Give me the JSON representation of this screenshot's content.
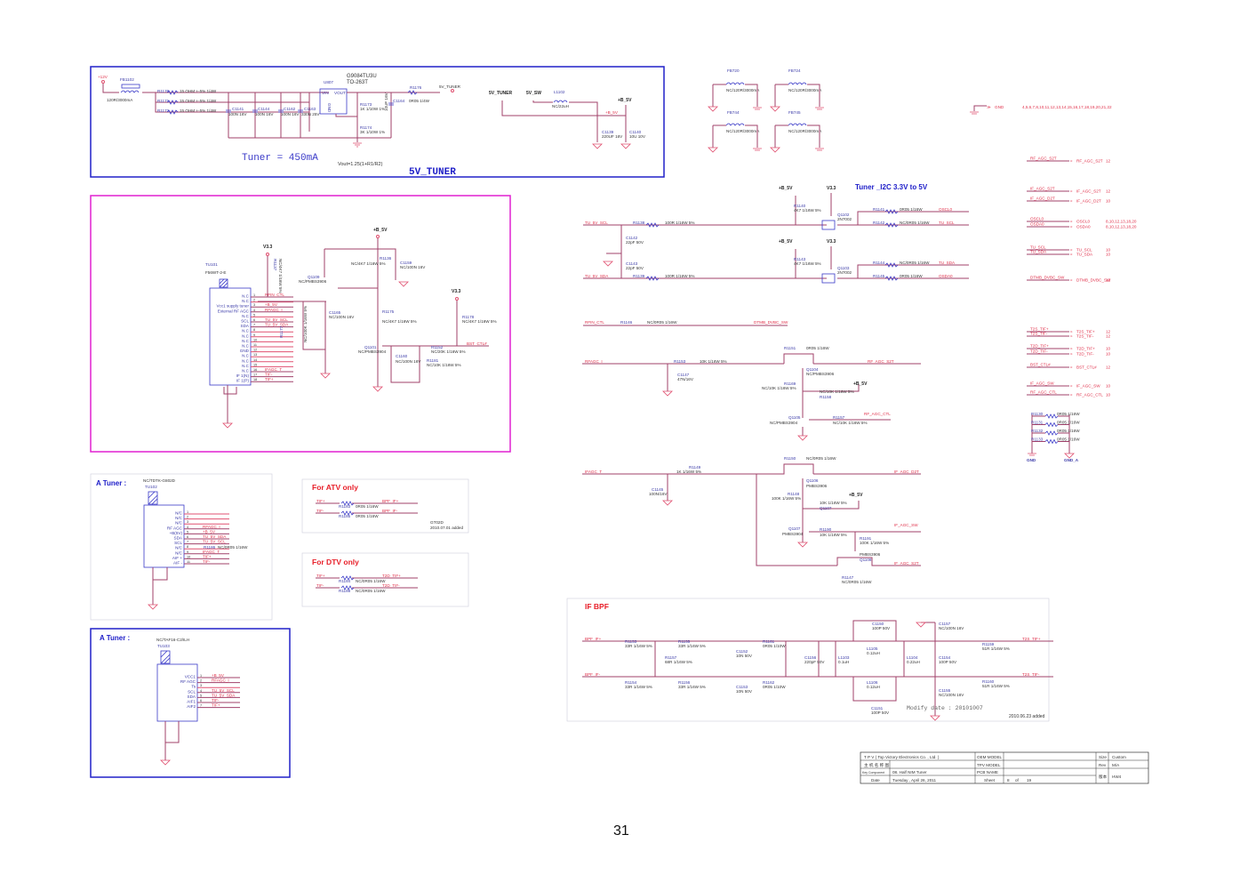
{
  "page_number": "31",
  "blocks": {
    "tuner_5v": {
      "title": "5V_TUNER",
      "note_current": "Tuner = 450mA",
      "formula": "Vout=1.25(1+R1/R2)",
      "regulator": {
        "ref": "U807",
        "part": "G9084TU3U",
        "package": "TO-263T",
        "pins": [
          "VIN",
          "VOUT",
          "GND"
        ]
      },
      "input_rail": "+12V",
      "output_net": "5V_TUNER",
      "ferrite": {
        "ref": "FB1102",
        "value": "120R/3000mA"
      },
      "resistors": [
        {
          "ref": "R1170",
          "value": "15 OHM +-5% 1/4W"
        },
        {
          "ref": "R1171",
          "value": "15 OHM +-5% 1/4W"
        },
        {
          "ref": "R1172",
          "value": "15 OHM +-5% 1/4W"
        },
        {
          "ref": "R1173",
          "value": "1K 1/10W 1%"
        },
        {
          "ref": "R1174",
          "value": "3K 1/10W 1%"
        },
        {
          "ref": "R1176",
          "value": "0R05 1/4W"
        }
      ],
      "capacitors": [
        {
          "ref": "C1141",
          "value": "100N 16V"
        },
        {
          "ref": "C1144",
          "value": "100N 16V"
        },
        {
          "ref": "C1162",
          "value": "100N 16V"
        },
        {
          "ref": "C1163",
          "value": "330N 25V"
        },
        {
          "ref": "C1164",
          "value": "10UF 16V"
        }
      ],
      "switch": {
        "nets": [
          "5V_TUNER",
          "5V_SW",
          "+B_5V"
        ],
        "inductor": {
          "ref": "L1102",
          "value": "NC/22uH"
        },
        "caps": [
          {
            "ref": "C1139",
            "value": "220UF 16V"
          },
          {
            "ref": "C1140",
            "value": "10U 10V"
          }
        ]
      }
    },
    "ferrites_top": [
      {
        "ref": "FB720",
        "value": "NC/120R/3000mA"
      },
      {
        "ref": "FB724",
        "value": "NC/120R/3000mA"
      },
      {
        "ref": "FB744",
        "value": "NC/120R/3000mA"
      },
      {
        "ref": "FB745",
        "value": "NC/120R/3000mA"
      }
    ],
    "gnd_port": {
      "label": "GND",
      "pages": "4,5,6,7,8,10,11,12,13,14,15,16,17,18,19,20,21,22"
    },
    "tuner_main": {
      "ref": "TU101",
      "part": "F56WT-2-E",
      "pins": [
        {
          "n": "1",
          "name": "N.C",
          "net": "RFIN_CTL"
        },
        {
          "n": "2",
          "name": "N.C",
          "net": ""
        },
        {
          "n": "3",
          "name": "Vcc1 supply tuner",
          "net": "+B_5V"
        },
        {
          "n": "4",
          "name": "External RF AGC",
          "net": "RFAGC_I"
        },
        {
          "n": "5",
          "name": "N.C",
          "net": ""
        },
        {
          "n": "6",
          "name": "SCL",
          "net": "TU_5V_SCL"
        },
        {
          "n": "7",
          "name": "SDA",
          "net": "TU_5V_SDA"
        },
        {
          "n": "8",
          "name": "N.C",
          "net": ""
        },
        {
          "n": "9",
          "name": "N.C",
          "net": ""
        },
        {
          "n": "10",
          "name": "N.C",
          "net": ""
        },
        {
          "n": "11",
          "name": "N.C",
          "net": ""
        },
        {
          "n": "12",
          "name": "GND",
          "net": ""
        },
        {
          "n": "13",
          "name": "N.C",
          "net": ""
        },
        {
          "n": "14",
          "name": "N.C",
          "net": ""
        },
        {
          "n": "15",
          "name": "N.C",
          "net": ""
        },
        {
          "n": "16",
          "name": "N.C",
          "net": "IFAGC_T"
        },
        {
          "n": "17",
          "name": "IF 1(N)",
          "net": "TIF-"
        },
        {
          "n": "18",
          "name": "IF 1(P)",
          "net": "TIF+"
        }
      ],
      "parts": [
        {
          "ref": "R1137",
          "value": "NC/4K7 1/16W 5%"
        },
        {
          "ref": "R1177",
          "value": "NC/100K 1/16W 5%"
        },
        {
          "ref": "Q1109",
          "value": "NC/PMBS3906"
        },
        {
          "ref": "C1165",
          "value": "NC/100N 16V"
        },
        {
          "ref": "R1136",
          "value": "NC/4K7 1/16W 5%"
        },
        {
          "ref": "C1159",
          "value": "NC/100N 16V"
        },
        {
          "ref": "R1175",
          "value": "NC/4K7 1/16W 5%"
        },
        {
          "ref": "Q1101",
          "value": "NC/PMBS3904"
        },
        {
          "ref": "C1160",
          "value": "NC/100N 16V"
        },
        {
          "ref": "R1152",
          "value": "NC/20K 1/16W 5%"
        },
        {
          "ref": "R1181",
          "value": "NC/10K 1/16W 5%"
        },
        {
          "ref": "R1178",
          "value": "NC/4K7 1/16W 5%"
        }
      ],
      "rails": [
        "V3.3",
        "+B_5V",
        "V3.3"
      ],
      "out_net": "BST_CTL#"
    },
    "i2c": {
      "title": "Tuner _I2C 3.3V to 5V",
      "rails": [
        "+B_5V",
        "V3.3"
      ],
      "rows": [
        {
          "in": "TU_5V_SCL",
          "r_ser": {
            "ref": "R1138",
            "value": "100R 1/16W 5%"
          },
          "pullup": {
            "ref": "R1140",
            "value": "4K7 1/16W 5%"
          },
          "fet": {
            "ref": "Q1102",
            "value": "2N7002"
          },
          "outs": [
            {
              "ref": "R1141",
              "value": "0R05 1/16W",
              "net": "OSCL0"
            },
            {
              "ref": "R1142",
              "value": "NC/0R05 1/16W",
              "net": "TU_SCL"
            }
          ]
        },
        {
          "in": "TU_5V_SDA",
          "r_ser": {
            "ref": "R1139",
            "value": "100R 1/16W 5%"
          },
          "pullup": {
            "ref": "R1143",
            "value": "4K7 1/16W 5%"
          },
          "fet": {
            "ref": "Q1103",
            "value": "2N7002"
          },
          "outs": [
            {
              "ref": "R1144",
              "value": "NC/0R05 1/16W",
              "net": "TU_SDA"
            },
            {
              "ref": "R1145",
              "value": "0R05 1/16W",
              "net": "OSDA0"
            }
          ]
        }
      ],
      "caps": [
        {
          "ref": "C1142",
          "value": "22pF 50V"
        },
        {
          "ref": "C1143",
          "value": "22pF 50V"
        }
      ],
      "rfin": {
        "in": "RFIN_CTL",
        "ref": "R1146",
        "value": "NC/0R05 1/16W",
        "out": "DTMB_DVBC_SW"
      }
    },
    "rf_agc": {
      "in": "RFAGC_I",
      "out": "RF_AGC_S2T",
      "ctl": "RF_AGC_CTL",
      "rail": "+B_5V",
      "parts": [
        {
          "ref": "R1153",
          "value": "10K 1/16W 5%"
        },
        {
          "ref": "C1147",
          "value": "47N/16V"
        },
        {
          "ref": "R1151",
          "value": "0R05 1/16W"
        },
        {
          "ref": "Q1104",
          "value": "NC/PMBS3906"
        },
        {
          "ref": "R1169",
          "value": "NC/10K 1/16W 5%"
        },
        {
          "ref": "R1158",
          "value": "NC/10K 1/16W 5%"
        },
        {
          "ref": "Q1105",
          "value": "NC/PMBS3904"
        },
        {
          "ref": "R1157",
          "value": "NC/10K 1/16W 5%"
        }
      ]
    },
    "if_agc": {
      "in": "IFAGC_T",
      "outs": [
        "IF_AGC_D2T",
        "IF_AGC_SW",
        "IF_AGC_S2T"
      ],
      "rail": "+B_5V",
      "parts": [
        {
          "ref": "R1149",
          "value": "1K 1/16W 5%"
        },
        {
          "ref": "C1145",
          "value": "100N/16V"
        },
        {
          "ref": "R1150",
          "value": "NC/0R05 1/16W"
        },
        {
          "ref": "Q1106",
          "value": "PMBS3906"
        },
        {
          "ref": "R1148",
          "value": "100K 1/16W 5%"
        },
        {
          "ref": "R1196",
          "value": "10K 1/16W 5%"
        },
        {
          "ref": "Q1107",
          "value": "PMBS3904"
        },
        {
          "ref": "R1190",
          "value": "10K 1/16W 5%"
        },
        {
          "ref": "R1191",
          "value": "100K 1/16W 5%"
        },
        {
          "ref": "Q1108",
          "value": "PMBS3906"
        },
        {
          "ref": "R1147",
          "value": "NC/0R05 1/16W"
        }
      ]
    },
    "ports": [
      {
        "net": "RF_AGC_S2T",
        "pages": "12"
      },
      {
        "net": "IF_AGC_S2T",
        "pages": "12"
      },
      {
        "net": "IF_AGC_D2T",
        "pages": "10"
      },
      {
        "net": "OSCL0",
        "pages": "8,10,12,13,18,20"
      },
      {
        "net": "OSDA0",
        "pages": "8,10,12,13,18,20"
      },
      {
        "net": "TU_SCL",
        "pages": "10"
      },
      {
        "net": "TU_SDA",
        "pages": "10"
      },
      {
        "net": "DTMB_DVBC_SW",
        "pages": "12"
      },
      {
        "net": "T2S_TIF+",
        "pages": "12"
      },
      {
        "net": "T2S_TIF-",
        "pages": "12"
      },
      {
        "net": "T2D_TIF+",
        "pages": "10"
      },
      {
        "net": "T2D_TIF-",
        "pages": "10"
      },
      {
        "net": "BST_CTL#",
        "pages": "12"
      },
      {
        "net": "IF_AGC_SW",
        "pages": "10"
      },
      {
        "net": "RF_AGC_CTL",
        "pages": "10"
      }
    ],
    "gnd_ties": {
      "resistors": [
        {
          "ref": "R1130",
          "value": "0R05 1/16W"
        },
        {
          "ref": "R1131",
          "value": "0R05 1/16W"
        },
        {
          "ref": "R1132",
          "value": "0R05 1/16W"
        },
        {
          "ref": "R1133",
          "value": "0R05 1/16W"
        }
      ],
      "labels": [
        "GND",
        "GND_A"
      ]
    },
    "a_tuner_1": {
      "title": "A Tuner :",
      "part": "NC/TDTK-G802D",
      "ref": "TU102",
      "pins": [
        {
          "n": "1",
          "name": "N/C",
          "net": ""
        },
        {
          "n": "2",
          "name": "N/C",
          "net": ""
        },
        {
          "n": "3",
          "name": "N/C",
          "net": ""
        },
        {
          "n": "4",
          "name": "RF AGC",
          "net": "RFAGC_I"
        },
        {
          "n": "5",
          "name": "+B(5V)",
          "net": "+B_5V"
        },
        {
          "n": "6",
          "name": "SDA",
          "net": "TU_5V_SDA"
        },
        {
          "n": "7",
          "name": "SCL",
          "net": "TU_5V_SCL"
        },
        {
          "n": "8",
          "name": "N/C",
          "net": ""
        },
        {
          "n": "9",
          "name": "N/C",
          "net": "IFAGC_T"
        },
        {
          "n": "10",
          "name": "AIF +",
          "net": "TIF+"
        },
        {
          "n": "11",
          "name": "AIF -",
          "net": "TIF-"
        }
      ],
      "series": {
        "ref": "R1186",
        "value": "NC/0R05 1/16W"
      }
    },
    "atv_only": {
      "title": "For ATV only",
      "rows": [
        {
          "in": "TIF+",
          "ref": "R1183",
          "value": "0R05 1/16W",
          "out": "BPF_IF+"
        },
        {
          "in": "TIF-",
          "ref": "R1185",
          "value": "0R05 1/16W",
          "out": "BPF_IF-"
        }
      ],
      "note": [
        "GT02D",
        "2010.07.01 added"
      ]
    },
    "dtv_only": {
      "title": "For DTV only",
      "rows": [
        {
          "in": "TIF+",
          "ref": "R1184",
          "value": "NC/0R05 1/16W",
          "out": "T2D_TIF+"
        },
        {
          "in": "TIF-",
          "ref": "R1188",
          "value": "NC/0R05 1/16W",
          "out": "T2D_TIF-"
        }
      ]
    },
    "a_tuner_2": {
      "title": "A Tuner :",
      "part": "NC/TAF16-C2/ILH",
      "ref": "TU103",
      "pins": [
        {
          "n": "1",
          "name": "VCC1",
          "net": "+B_5V"
        },
        {
          "n": "2",
          "name": "RF AGC",
          "net": "RFAGC_I"
        },
        {
          "n": "3",
          "name": "Ts",
          "net": ""
        },
        {
          "n": "4",
          "name": "SCL",
          "net": "TU_5V_SCL"
        },
        {
          "n": "5",
          "name": "SDA",
          "net": "TU_5V_SDA"
        },
        {
          "n": "6",
          "name": "AIF1",
          "net": "TIF-"
        },
        {
          "n": "7",
          "name": "AIF2",
          "net": "TIF+"
        }
      ],
      "series": [
        {
          "ref": "R1187",
          "value": "NC/0R05 1/16W"
        },
        {
          "ref": "R1189",
          "value": "NC/0R05 1/16W"
        }
      ]
    },
    "if_bpf": {
      "title": "IF BPF",
      "in": [
        "BPF_IF+",
        "BPF_IF-"
      ],
      "out": [
        "T2S_TIF+",
        "T2S_TIF-"
      ],
      "modify": "Modify date : 20101007",
      "added": "2010.06.23 added",
      "parts": [
        {
          "ref": "R1153",
          "value": "33R 1/16W 5%"
        },
        {
          "ref": "R1154",
          "value": "33R 1/16W 5%"
        },
        {
          "ref": "R1157",
          "value": "68R 1/16W 5%"
        },
        {
          "ref": "R1155",
          "value": "33R 1/16W 5%"
        },
        {
          "ref": "R1156",
          "value": "33R 1/16W 5%"
        },
        {
          "ref": "C1152",
          "value": "10N 50V"
        },
        {
          "ref": "C1153",
          "value": "10N 50V"
        },
        {
          "ref": "R1161",
          "value": "0R05 1/10W"
        },
        {
          "ref": "R1162",
          "value": "0R05 1/10W"
        },
        {
          "ref": "C1156",
          "value": "220pF 50V"
        },
        {
          "ref": "L1103",
          "value": "0.1uH"
        },
        {
          "ref": "C1150",
          "value": "100P 50V"
        },
        {
          "ref": "L1105",
          "value": "0.12uH"
        },
        {
          "ref": "L1106",
          "value": "0.12uH"
        },
        {
          "ref": "C1151",
          "value": "100P 50V"
        },
        {
          "ref": "L1104",
          "value": "0.22uH"
        },
        {
          "ref": "C1157",
          "value": "NC/100N 16V"
        },
        {
          "ref": "C1154",
          "value": "100P 50V"
        },
        {
          "ref": "C1155",
          "value": "NC/100N 16V"
        },
        {
          "ref": "R1159",
          "value": "51R 1/16W 5%"
        },
        {
          "ref": "R1160",
          "value": "51R 1/16W 5%"
        }
      ]
    }
  },
  "title_block": {
    "company": "T P V  ( Top  Victory  Electronics  Co. ,  Ltd. )",
    "row2_label": "主 机 名 称 图",
    "key_component_label": "Key Component",
    "key_component": "08. Half NIM Tuner",
    "date_label": "Date",
    "date": "Tuesday , April 26, 2011",
    "oem_model_label": "OEM MODEL",
    "tpv_model_label": "TPV MODEL",
    "pcb_name_label": "PCB NAME",
    "sheet_label": "Sheet",
    "sheet": "8",
    "of_label": "of",
    "sheets_total": "19",
    "size_label": "Size",
    "size": "Custom",
    "rev_label": "Rev",
    "rev": "M/A",
    "ver_label": "版本",
    "ver": "HW4"
  }
}
